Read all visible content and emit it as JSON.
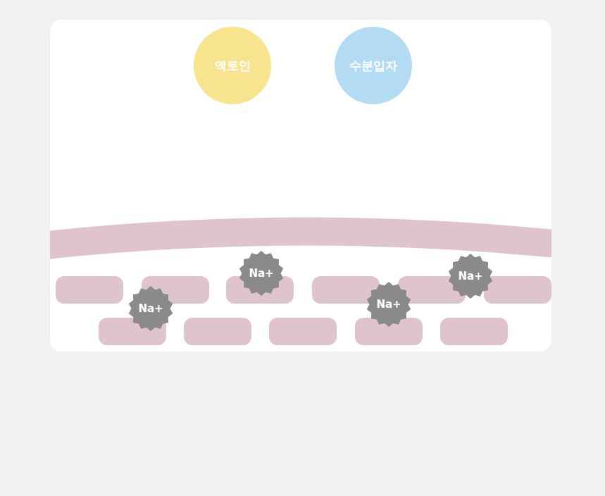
{
  "diagram": {
    "nodes": [
      {
        "text": [
          "엑토인"
        ]
      },
      {
        "text": [
          "수분입자"
        ]
      },
      {
        "text": [
          "Na+"
        ]
      },
      {
        "text": [
          "Na+"
        ]
      },
      {
        "text": [
          "Na+"
        ]
      },
      {
        "text": [
          "Na+"
        ]
      }
    ]
  }
}
